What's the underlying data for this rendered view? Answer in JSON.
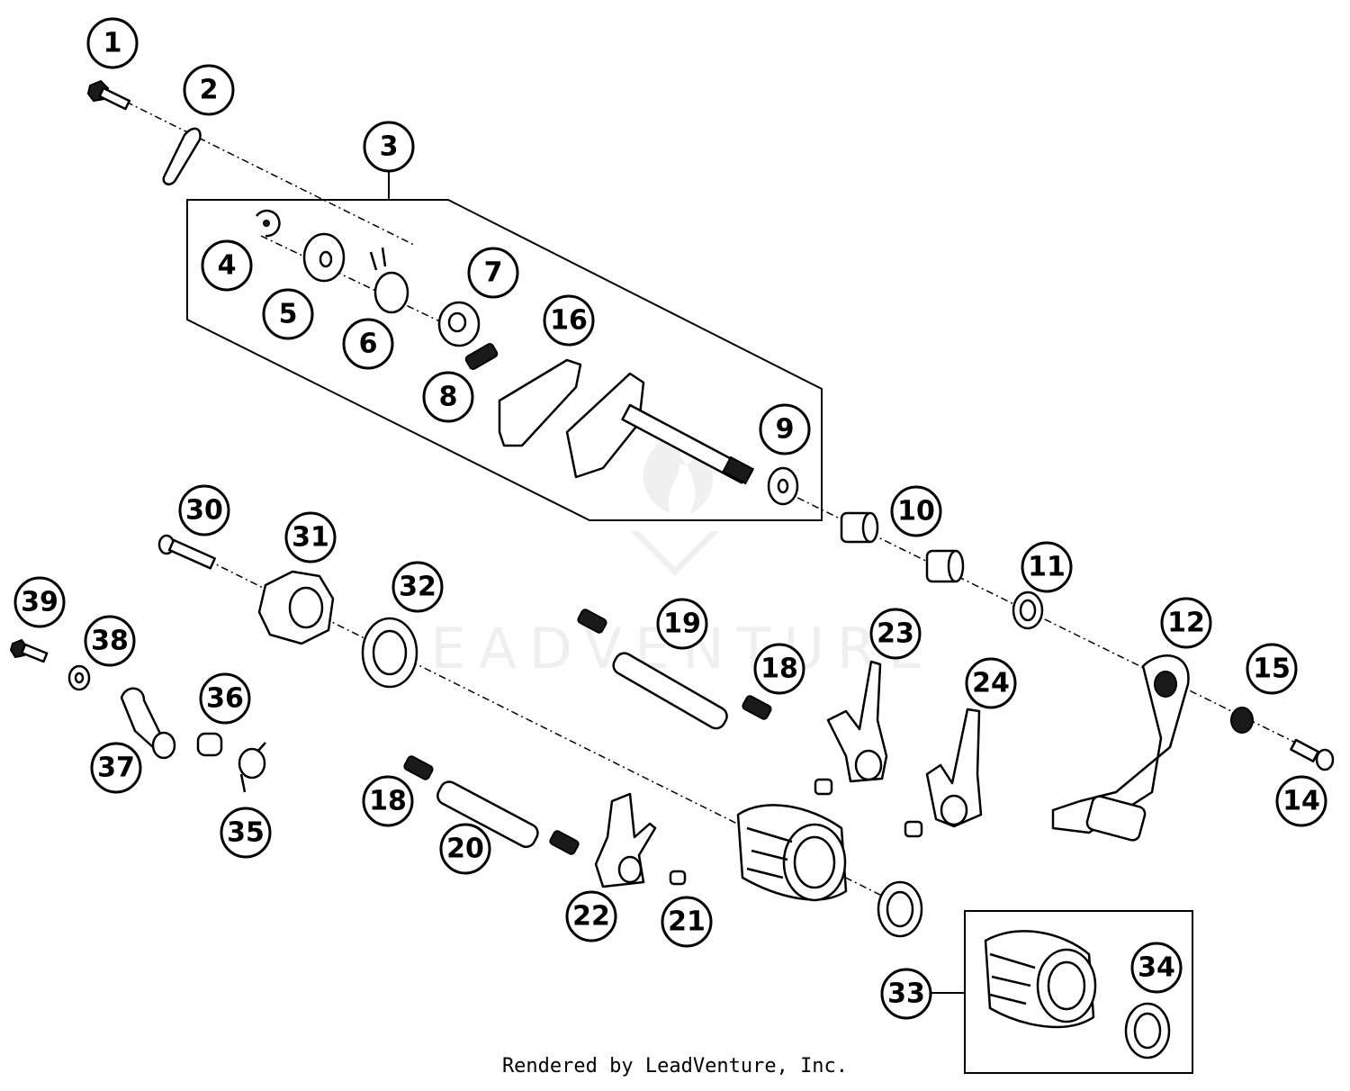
{
  "diagram": {
    "callouts": [
      "1",
      "2",
      "3",
      "4",
      "5",
      "6",
      "7",
      "8",
      "9",
      "10",
      "11",
      "12",
      "14",
      "15",
      "16",
      "18",
      "18",
      "19",
      "20",
      "21",
      "22",
      "23",
      "24",
      "30",
      "31",
      "32",
      "33",
      "34",
      "35",
      "36",
      "37",
      "38",
      "39"
    ]
  },
  "watermark": {
    "text": "LEADVENTURE"
  },
  "footer": {
    "credit": "Rendered by LeadVenture, Inc."
  }
}
